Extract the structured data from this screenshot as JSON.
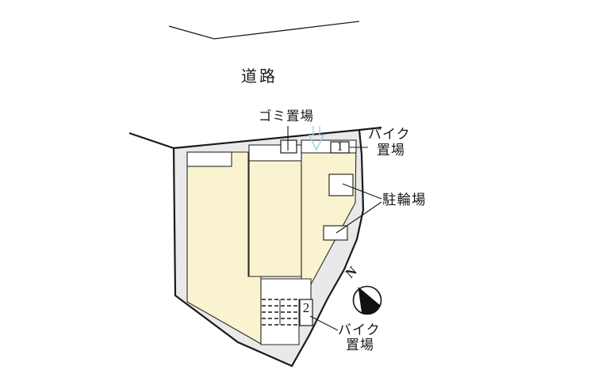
{
  "diagram": {
    "type": "site-plan",
    "road": {
      "label": "道路"
    },
    "garbage_station": {
      "label": "ゴミ置場"
    },
    "bike_parking_top": {
      "label_line1": "バイク",
      "label_line2": "置場",
      "number": "1"
    },
    "bicycle_parking": {
      "label": "駐輪場"
    },
    "bike_parking_bottom": {
      "label_line1": "バイク",
      "label_line2": "置場",
      "number": "2"
    },
    "compass": {
      "north_label": "N"
    },
    "colors": {
      "building_fill": "#faf3d0",
      "site_fill": "#e9e9e9",
      "line": "#1a1a1a",
      "entrance_arrow_blue": "#a9cde2"
    }
  }
}
